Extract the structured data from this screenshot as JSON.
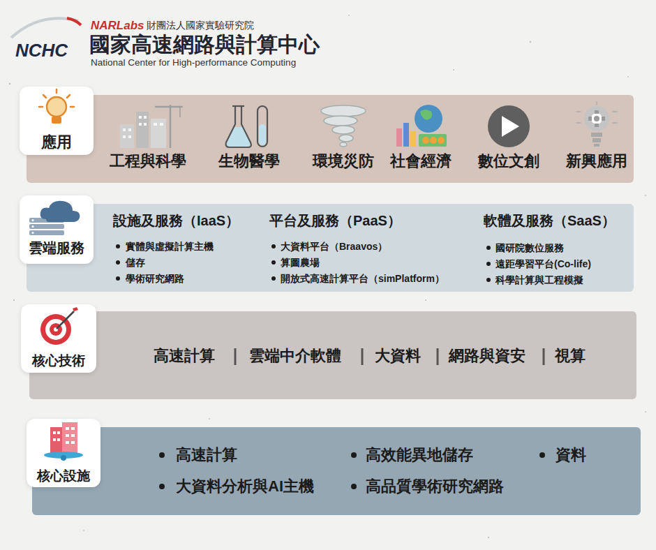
{
  "diagram": {
    "title": "國家高速網路與計算中心",
    "nodes": [
      {
        "text": [
          "工程與科學",
          "生物醫學",
          "環境災防",
          "社會經濟",
          "數位文創",
          "新興應用"
        ]
      },
      {
        "text": [
          "應用"
        ],
        "in": 0
      },
      {
        "text": [
          "設施及服務（IaaS）",
          "實體與虛擬計算主機",
          "儲存",
          "學術研究網路",
          "平台及服務（PaaS）",
          "大資料平台（Braavos）",
          "算圖農場",
          "開放式高速計算平台（simPlatform）",
          "軟體及服務（SaaS）",
          "國研院數位服務",
          "遠距學習平台(Co-life)",
          "科學計算與工程模擬"
        ]
      },
      {
        "text": [
          "雲端服務"
        ],
        "in": 2
      },
      {
        "text": [
          "高速計算",
          "雲端中介軟體",
          "大資料",
          "網路與資安",
          "視算"
        ]
      },
      {
        "text": [
          "核心技術"
        ],
        "in": 4
      },
      {
        "text": [
          "高速計算",
          "高效能異地儲存",
          "資料",
          "大資料分析與AI主機",
          "高品質學術研究網路"
        ]
      },
      {
        "text": [
          "核心設施"
        ],
        "in": 6
      }
    ],
    "labels": [
      "NCHC",
      "NARLabs",
      "財團法人國家實驗研究院",
      "National Center for High-performance Computing"
    ]
  }
}
